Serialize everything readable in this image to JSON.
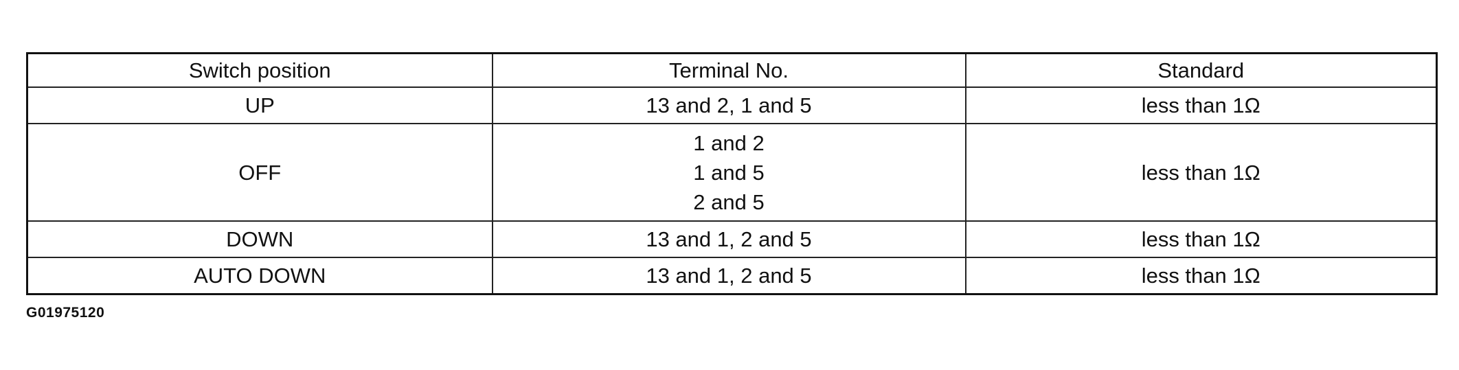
{
  "table": {
    "headers": [
      "Switch position",
      "Terminal No.",
      "Standard"
    ],
    "rows": [
      {
        "position": "UP",
        "terminals": [
          "13 and 2, 1 and 5"
        ],
        "standard": "less than 1Ω"
      },
      {
        "position": "OFF",
        "terminals": [
          "1 and 2",
          "1 and 5",
          "2 and 5"
        ],
        "standard": "less than 1Ω"
      },
      {
        "position": "DOWN",
        "terminals": [
          "13 and 1, 2 and 5"
        ],
        "standard": "less than 1Ω"
      },
      {
        "position": "AUTO DOWN",
        "terminals": [
          "13 and 1, 2 and 5"
        ],
        "standard": "less than 1Ω"
      }
    ]
  },
  "figure_id": "G01975120"
}
